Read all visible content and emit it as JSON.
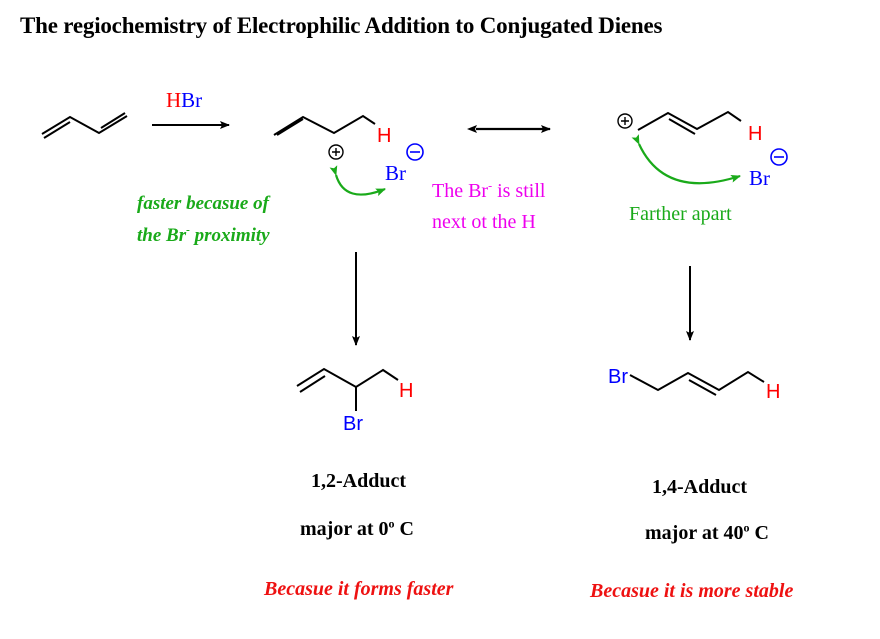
{
  "title": "The regiochemistry of Electrophilic Addition to Conjugated Dienes",
  "reagent": {
    "h": "H",
    "br": "Br"
  },
  "atoms": {
    "H": "H",
    "Br": "Br",
    "plus": "+",
    "minus": "−"
  },
  "notes": {
    "faster_line1": "faster becasue of",
    "faster_line2_a": "the Br",
    "faster_line2_sup": "-",
    "faster_line2_b": " proximity",
    "still_line1_a": "The Br",
    "still_line1_sup": "-",
    "still_line1_b": " is still",
    "still_line2": "next ot the H",
    "farther": "Farther apart"
  },
  "products": [
    {
      "name": "1,2-Adduct",
      "cond_a": "major at 0",
      "cond_sup": "o",
      "cond_b": " C",
      "reason": "Becasue it forms faster"
    },
    {
      "name": "1,4-Adduct",
      "cond_a": "major at 40",
      "cond_sup": "o",
      "cond_b": " C",
      "reason": "Becasue it is more stable"
    }
  ],
  "colors": {
    "green": "#1aaa1a",
    "magenta": "#ee00ee",
    "red": "#ee1111",
    "blue": "#0000ff"
  }
}
